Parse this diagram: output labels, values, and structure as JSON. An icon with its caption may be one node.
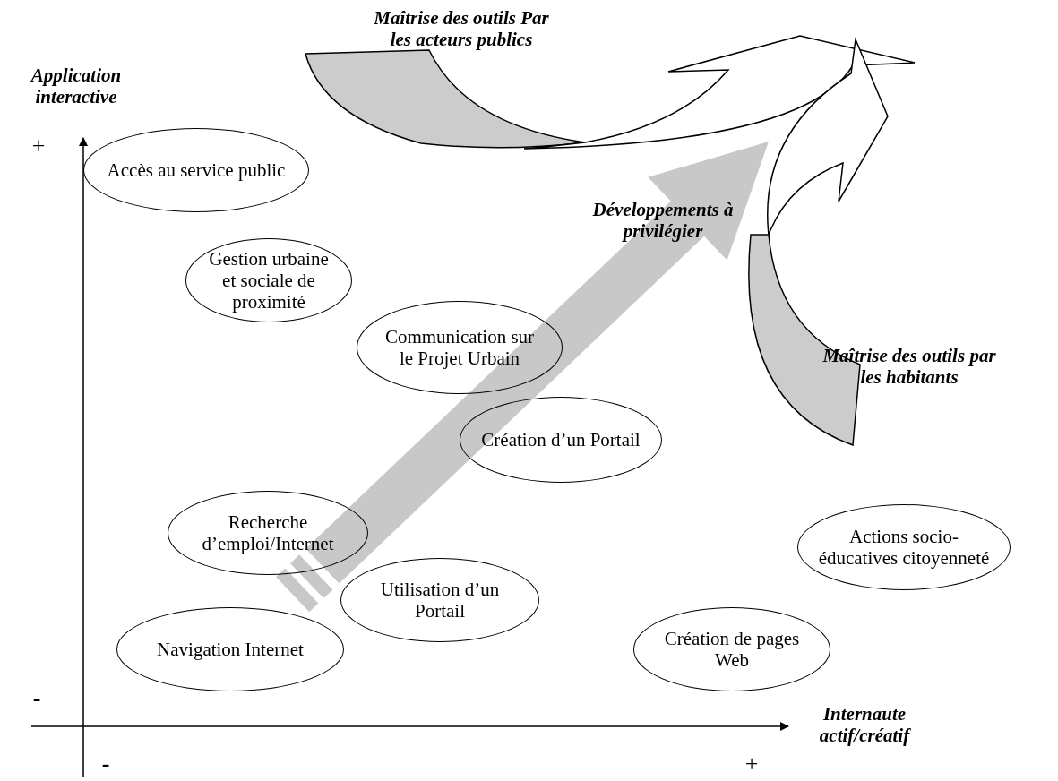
{
  "diagram": {
    "nodes": [
      {
        "text": [
          "Accès au service public"
        ]
      },
      {
        "text": [
          "Gestion urbaine et sociale de proximité"
        ]
      },
      {
        "text": [
          "Communication sur le Projet Urbain"
        ]
      },
      {
        "text": [
          "Création d’un Portail"
        ]
      },
      {
        "text": [
          "Recherche d’emploi/Internet"
        ]
      },
      {
        "text": [
          "Actions socio-éducatives citoyenneté"
        ]
      },
      {
        "text": [
          "Utilisation d’un Portail"
        ]
      },
      {
        "text": [
          "Navigation Internet"
        ]
      },
      {
        "text": [
          "Création de pages Web"
        ]
      }
    ],
    "labels": [
      "Maîtrise des outils Par les acteurs publics",
      "Application interactive",
      "+",
      "Développements à privilégier",
      "Maîtrise des outils par les habitants",
      "-",
      "Internaute actif/créatif",
      "-",
      "+"
    ]
  }
}
